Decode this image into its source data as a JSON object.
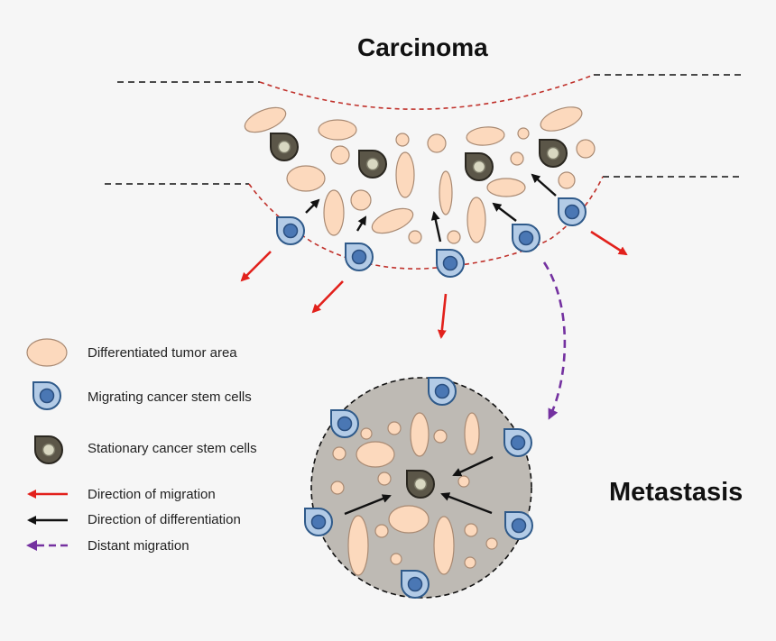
{
  "titles": {
    "carcinoma": "Carcinoma",
    "metastasis": "Metastasis"
  },
  "legend": {
    "differentiated": "Differentiated tumor area",
    "migrating": "Migrating cancer stem cells",
    "stationary": "Stationary cancer stem cells",
    "migration_dir": "Direction of migration",
    "differentiation_dir": "Direction of differentiation",
    "distant": "Distant migration"
  },
  "colors": {
    "tumor_fill": "#fcd9bd",
    "tumor_stroke": "#a98a73",
    "migrating_fill": "#b3cbe6",
    "migrating_stroke": "#2f5a8a",
    "migrating_nucleus": "#4a77b4",
    "stationary_fill": "#5b5648",
    "stationary_nucleus": "#d8d7c1",
    "migration_arrow": "#e2211c",
    "differentiation_arrow": "#111111",
    "distant_arrow": "#7431a0",
    "boundary": "#c0312b",
    "metastasis_fill": "#bebab4"
  }
}
